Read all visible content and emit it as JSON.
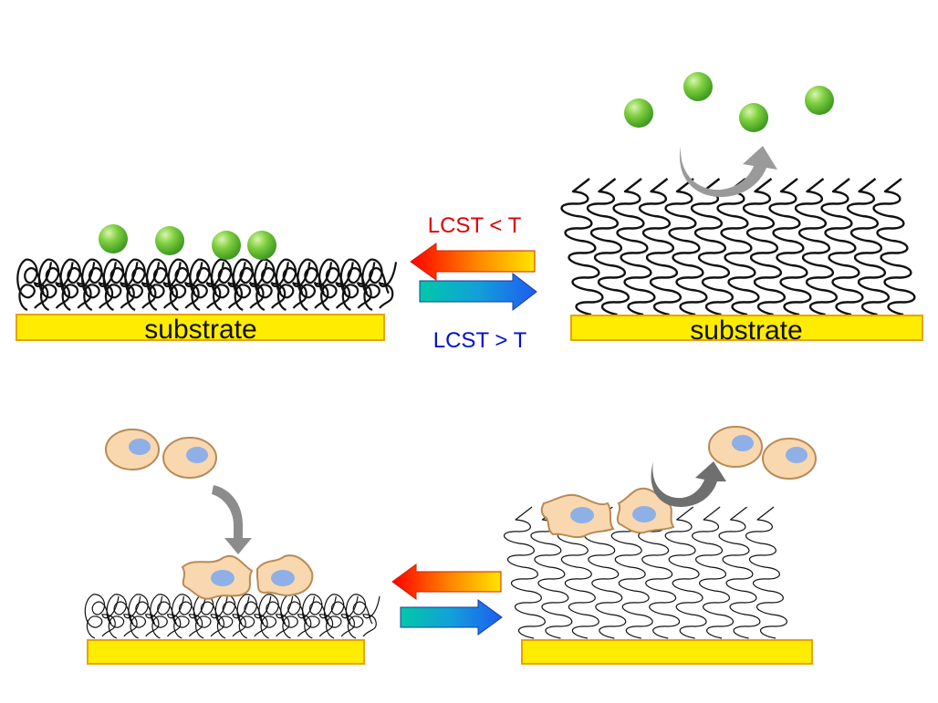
{
  "top": {
    "left_substrate_label": "substrate",
    "right_substrate_label": "substrate",
    "arrow_left_label": "LCST < T",
    "arrow_right_label": "LCST > T"
  },
  "bottom": {
    "left_substrate_label": "",
    "right_substrate_label": ""
  },
  "colors": {
    "substrate_fill": "#ffec00",
    "substrate_stroke": "#e8a200",
    "particle": "#6cc24a",
    "cell_fill": "#f9d8b0",
    "cell_stroke": "#b98a55",
    "nucleus": "#8fb0e6",
    "label_red": "#e00000",
    "label_blue": "#0010d0",
    "curved_arrow": "#8c8c8c"
  }
}
